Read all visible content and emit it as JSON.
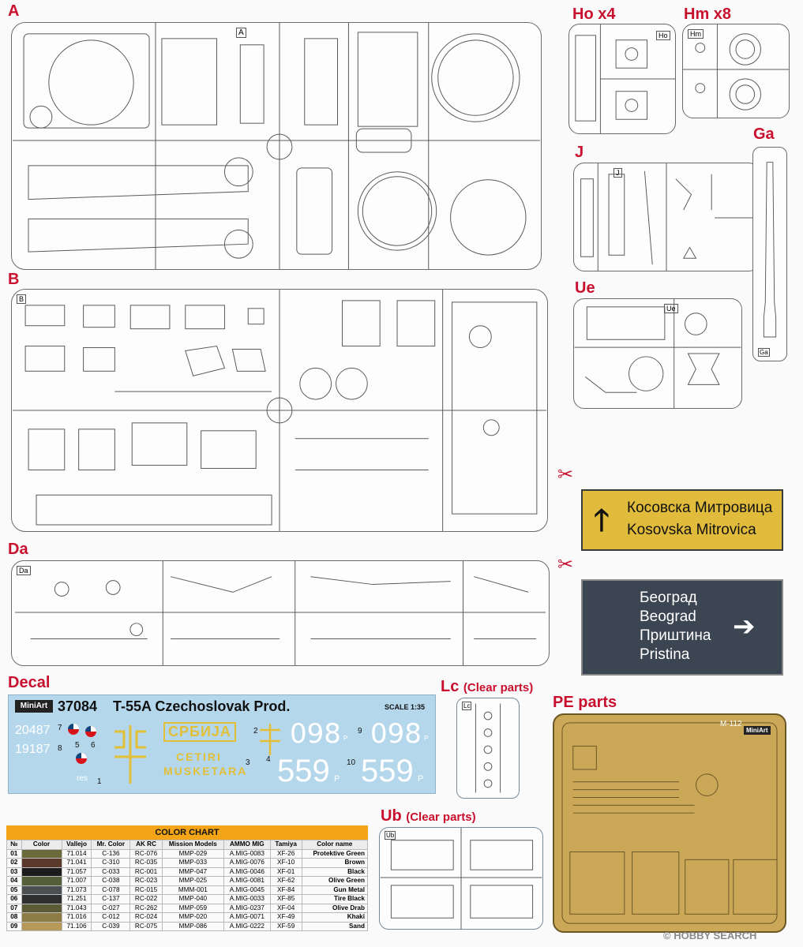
{
  "sections": {
    "a": "A",
    "b": "B",
    "da": "Da",
    "ho": "Ho x4",
    "hm": "Hm x8",
    "j": "J",
    "ga": "Ga",
    "ue": "Ue",
    "decal": "Decal",
    "lc": "Lc",
    "lc_sub": "(Clear parts)",
    "ub": "Ub",
    "ub_sub": "(Clear parts)",
    "pe": "PE parts"
  },
  "signs": {
    "yellow_line1": "Косовска Митровица",
    "yellow_line2": "Kosovska Mitrovica",
    "yellow_arrow": "🡑",
    "blue_lines": [
      "Београд",
      "Beograd",
      "Приштина",
      "Pristina"
    ],
    "blue_arrow": "➔"
  },
  "decal": {
    "brand": "MiniArt",
    "code": "37084",
    "title": "T-55A Czechoslovak Prod.",
    "scale": "SCALE 1:35",
    "num_a": "20487",
    "num_b": "19187",
    "cyrillic_plate": "СРБИЈА",
    "slogan_1": "CETIRI",
    "slogan_2": "MUSKETARA",
    "big_1": "098",
    "big_1_suffix": "P",
    "big_2": "559",
    "big_2_suffix": "P",
    "res": "res",
    "callouts": [
      "7",
      "5",
      "6",
      "8",
      "1",
      "2",
      "3",
      "4",
      "9",
      "10"
    ]
  },
  "pe": {
    "code": "M-112",
    "brand": "MiniArt"
  },
  "sprue_codes": {
    "a_mid": "A",
    "ho": "Ho",
    "hm": "Hm",
    "j": "J",
    "ue": "Ue",
    "ga": "Ga",
    "lc": "Lc",
    "ub": "Ub",
    "b": "B",
    "da": "Da"
  },
  "colors": {
    "title_red": "#c8102e",
    "chart_header": "#f3a517",
    "decal_bg": "#b5d7ec",
    "pe_gold": "#caa858",
    "sign_yellow": "#e0bb3c",
    "sign_blue": "#3c4552",
    "decal_yellow": "#e2bf36"
  },
  "color_chart": {
    "title": "COLOR CHART",
    "headers": [
      "№",
      "Color",
      "Vallejo",
      "Mr. Color",
      "AK RC",
      "Mission Models",
      "AMMO MIG",
      "Tamiya",
      "Color name"
    ],
    "rows": [
      {
        "no": "01",
        "swatch": "#6b6a3d",
        "vallejo": "71.014",
        "mr": "C-136",
        "ak": "RC-076",
        "mission": "MMP-029",
        "ammo": "A.MIG-0083",
        "tamiya": "XF-26",
        "name": "Protektive Green"
      },
      {
        "no": "02",
        "swatch": "#5a3a2a",
        "vallejo": "71.041",
        "mr": "C-310",
        "ak": "RC-035",
        "mission": "MMP-033",
        "ammo": "A.MIG-0076",
        "tamiya": "XF-10",
        "name": "Brown"
      },
      {
        "no": "03",
        "swatch": "#1c1c1c",
        "vallejo": "71.057",
        "mr": "C-033",
        "ak": "RC-001",
        "mission": "MMP-047",
        "ammo": "A.MIG-0046",
        "tamiya": "XF-01",
        "name": "Black"
      },
      {
        "no": "04",
        "swatch": "#55603a",
        "vallejo": "71.007",
        "mr": "C-038",
        "ak": "RC-023",
        "mission": "MMP-025",
        "ammo": "A.MIG-0081",
        "tamiya": "XF-62",
        "name": "Olive Green"
      },
      {
        "no": "05",
        "swatch": "#4c4f51",
        "vallejo": "71.073",
        "mr": "C-078",
        "ak": "RC-015",
        "mission": "MMM-001",
        "ammo": "A.MIG-0045",
        "tamiya": "XF-84",
        "name": "Gun Metal"
      },
      {
        "no": "06",
        "swatch": "#2f2f2f",
        "vallejo": "71.251",
        "mr": "C-137",
        "ak": "RC-022",
        "mission": "MMP-040",
        "ammo": "A.MIG-0033",
        "tamiya": "XF-85",
        "name": "Tire Black"
      },
      {
        "no": "07",
        "swatch": "#5b5b36",
        "vallejo": "71.043",
        "mr": "C-027",
        "ak": "RC-262",
        "mission": "MMP-059",
        "ammo": "A.MIG-0237",
        "tamiya": "XF-04",
        "name": "Olive Drab"
      },
      {
        "no": "08",
        "swatch": "#8e7c47",
        "vallejo": "71.016",
        "mr": "C-012",
        "ak": "RC-024",
        "mission": "MMP-020",
        "ammo": "A.MIG-0071",
        "tamiya": "XF-49",
        "name": "Khaki"
      },
      {
        "no": "09",
        "swatch": "#b79a5a",
        "vallejo": "71.106",
        "mr": "C-039",
        "ak": "RC-075",
        "mission": "MMP-086",
        "ammo": "A.MIG-0222",
        "tamiya": "XF-59",
        "name": "Sand"
      }
    ]
  },
  "watermark": {
    "brand": "HOBBY SEARCH",
    "copyright": "©"
  }
}
